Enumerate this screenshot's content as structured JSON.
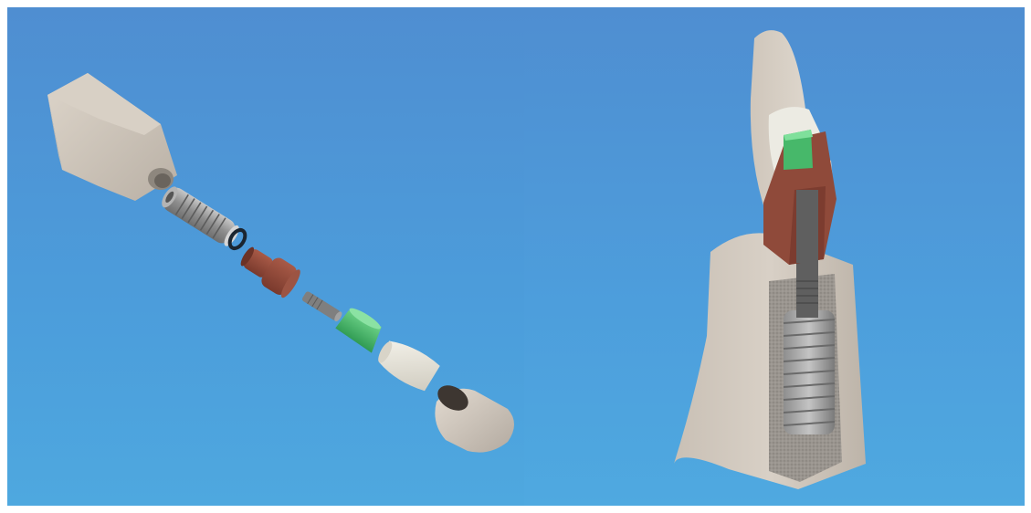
{
  "figure": {
    "panels": [
      {
        "id": "exploded-view",
        "components": [
          "bone-block",
          "implant-fixture",
          "o-ring",
          "abutment",
          "abutment-screw",
          "retention-cap",
          "liner",
          "crown"
        ]
      },
      {
        "id": "sectional-view",
        "components": [
          "gingiva",
          "bone",
          "implant-fixture",
          "abutment-screw",
          "abutment",
          "retention-cap",
          "liner",
          "crown"
        ]
      }
    ],
    "colors": {
      "background_top": "#4e8fd0",
      "background_bottom": "#4ea7de",
      "bone": "#cfc7bc",
      "implant": "#9c9c9c",
      "abutment": "#8f4a3a",
      "retention_cap": "#47b86a",
      "liner": "#e8e6dc",
      "crown": "#d4cbc1",
      "o_ring": "#1b2530"
    }
  }
}
